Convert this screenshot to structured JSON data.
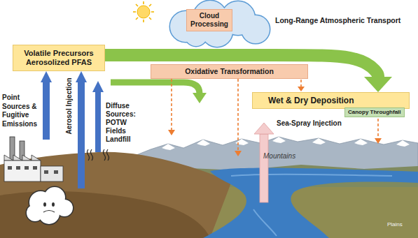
{
  "diagram": {
    "nodes": [
      {
        "text": [
          "Volatile Precursors Aerosolized PFAS"
        ]
      },
      {
        "text": [
          "Cloud Processing"
        ]
      },
      {
        "text": [
          "Oxidative Transformation"
        ]
      },
      {
        "text": [
          "Wet & Dry Deposition"
        ]
      },
      {
        "text": [
          "Canopy Throughfall"
        ]
      }
    ],
    "edges": [
      {
        "from": 0,
        "to": 3,
        "arrow": "to"
      }
    ],
    "labels": [
      "Long-Range Atmospheric Transport",
      "Point Sources & Fugitive Emissions",
      "Aerosol Injection",
      "Diffuse Sources: POTW Fields Landfill",
      "Sea-Spray Injection",
      "Mountains",
      "Plains"
    ]
  }
}
